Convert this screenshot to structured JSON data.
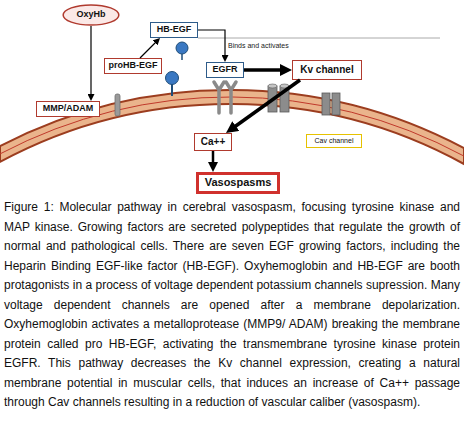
{
  "diagram": {
    "caption": "Figure 1: Molecular pathway in cerebral vasospasm, focusing tyrosine kinase and MAP kinase. Growing factors are secreted polypeptides that regulate the growth of normal and pathological cells. There are seven EGF growing factors, including the Heparin Binding EGF-like factor (HB-EGF). Oxyhemoglobin and HB-EGF are booth protagonists in a process of voltage dependent potassium channels supression. Many voltage dependent channels are opened after a membrane depolarization. Oxyhemoglobin activates a metalloprotease (MMP9/ ADAM) breaking the membrane protein called pro HB-EGF, activating the transmembrane tyrosine kinase protein EGFR. This pathway decreases the Kv channel expression, creating a natural membrane potential in muscular cells, that induces an increase of Ca++ passage through Cav channels resulting in a reduction of vascular caliber (vasospasm).",
    "nodes": [
      {
        "text": [
          "OxyHb"
        ]
      },
      {
        "text": [
          "HB-EGF"
        ]
      },
      {
        "text": [
          "proHB-EGF"
        ]
      },
      {
        "text": [
          "EGFR"
        ]
      },
      {
        "text": [
          "Kv channel"
        ]
      },
      {
        "text": [
          "MMP/ADAM"
        ]
      },
      {
        "text": [
          "Ca++"
        ]
      },
      {
        "text": [
          "Cav channel"
        ]
      },
      {
        "text": [
          "Vasospasms"
        ]
      }
    ],
    "edges": [
      {
        "from": 0,
        "to": 5,
        "arrow": "to"
      },
      {
        "from": 2,
        "to": 1,
        "arrow": "to"
      },
      {
        "from": 1,
        "to": 3,
        "label": "Binds and activates",
        "arrow": "to"
      },
      {
        "from": 3,
        "to": 4,
        "arrow": "to"
      },
      {
        "from": 4,
        "to": 6,
        "arrow": "to"
      },
      {
        "from": 6,
        "to": 8,
        "arrow": "to"
      }
    ]
  }
}
